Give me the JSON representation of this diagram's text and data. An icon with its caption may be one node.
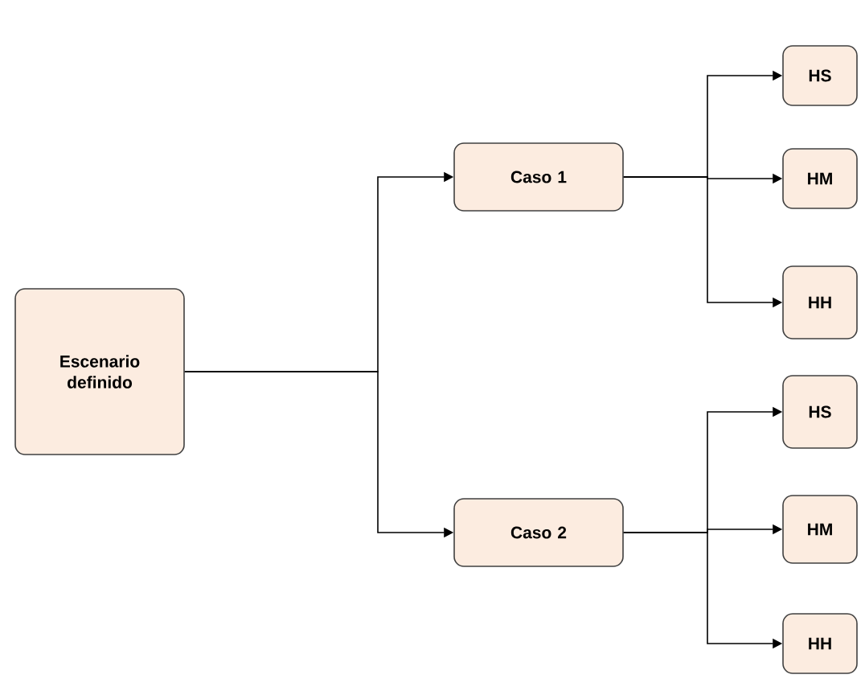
{
  "diagram": {
    "nodes": [
      {
        "text": [
          "Escenario definido"
        ]
      },
      {
        "text": [
          "Caso 1"
        ]
      },
      {
        "text": [
          "Caso 2"
        ]
      },
      {
        "text": [
          "HS"
        ]
      },
      {
        "text": [
          "HM"
        ]
      },
      {
        "text": [
          "HH"
        ]
      },
      {
        "text": [
          "HS"
        ]
      },
      {
        "text": [
          "HM"
        ]
      },
      {
        "text": [
          "HH"
        ]
      }
    ],
    "edges": [
      {
        "from": 0,
        "to": 1,
        "arrow": "to"
      },
      {
        "from": 0,
        "to": 2,
        "arrow": "to"
      },
      {
        "from": 1,
        "to": 3,
        "arrow": "to"
      },
      {
        "from": 1,
        "to": 4,
        "arrow": "to"
      },
      {
        "from": 1,
        "to": 5,
        "arrow": "to"
      },
      {
        "from": 2,
        "to": 6,
        "arrow": "to"
      },
      {
        "from": 2,
        "to": 7,
        "arrow": "to"
      },
      {
        "from": 2,
        "to": 8,
        "arrow": "to"
      }
    ]
  }
}
